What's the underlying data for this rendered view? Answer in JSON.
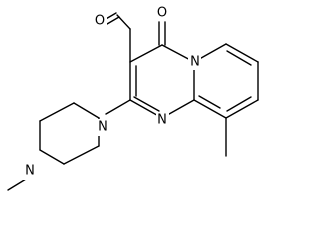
{
  "molecule": {
    "atoms": {
      "aldehyde_oxygen": "O",
      "ring_oxygen": "O",
      "ring_nitrogen": "N",
      "bridge_nitrogen": "N",
      "piperazine_n_top": "N",
      "piperazine_n_bottom": "N"
    }
  }
}
